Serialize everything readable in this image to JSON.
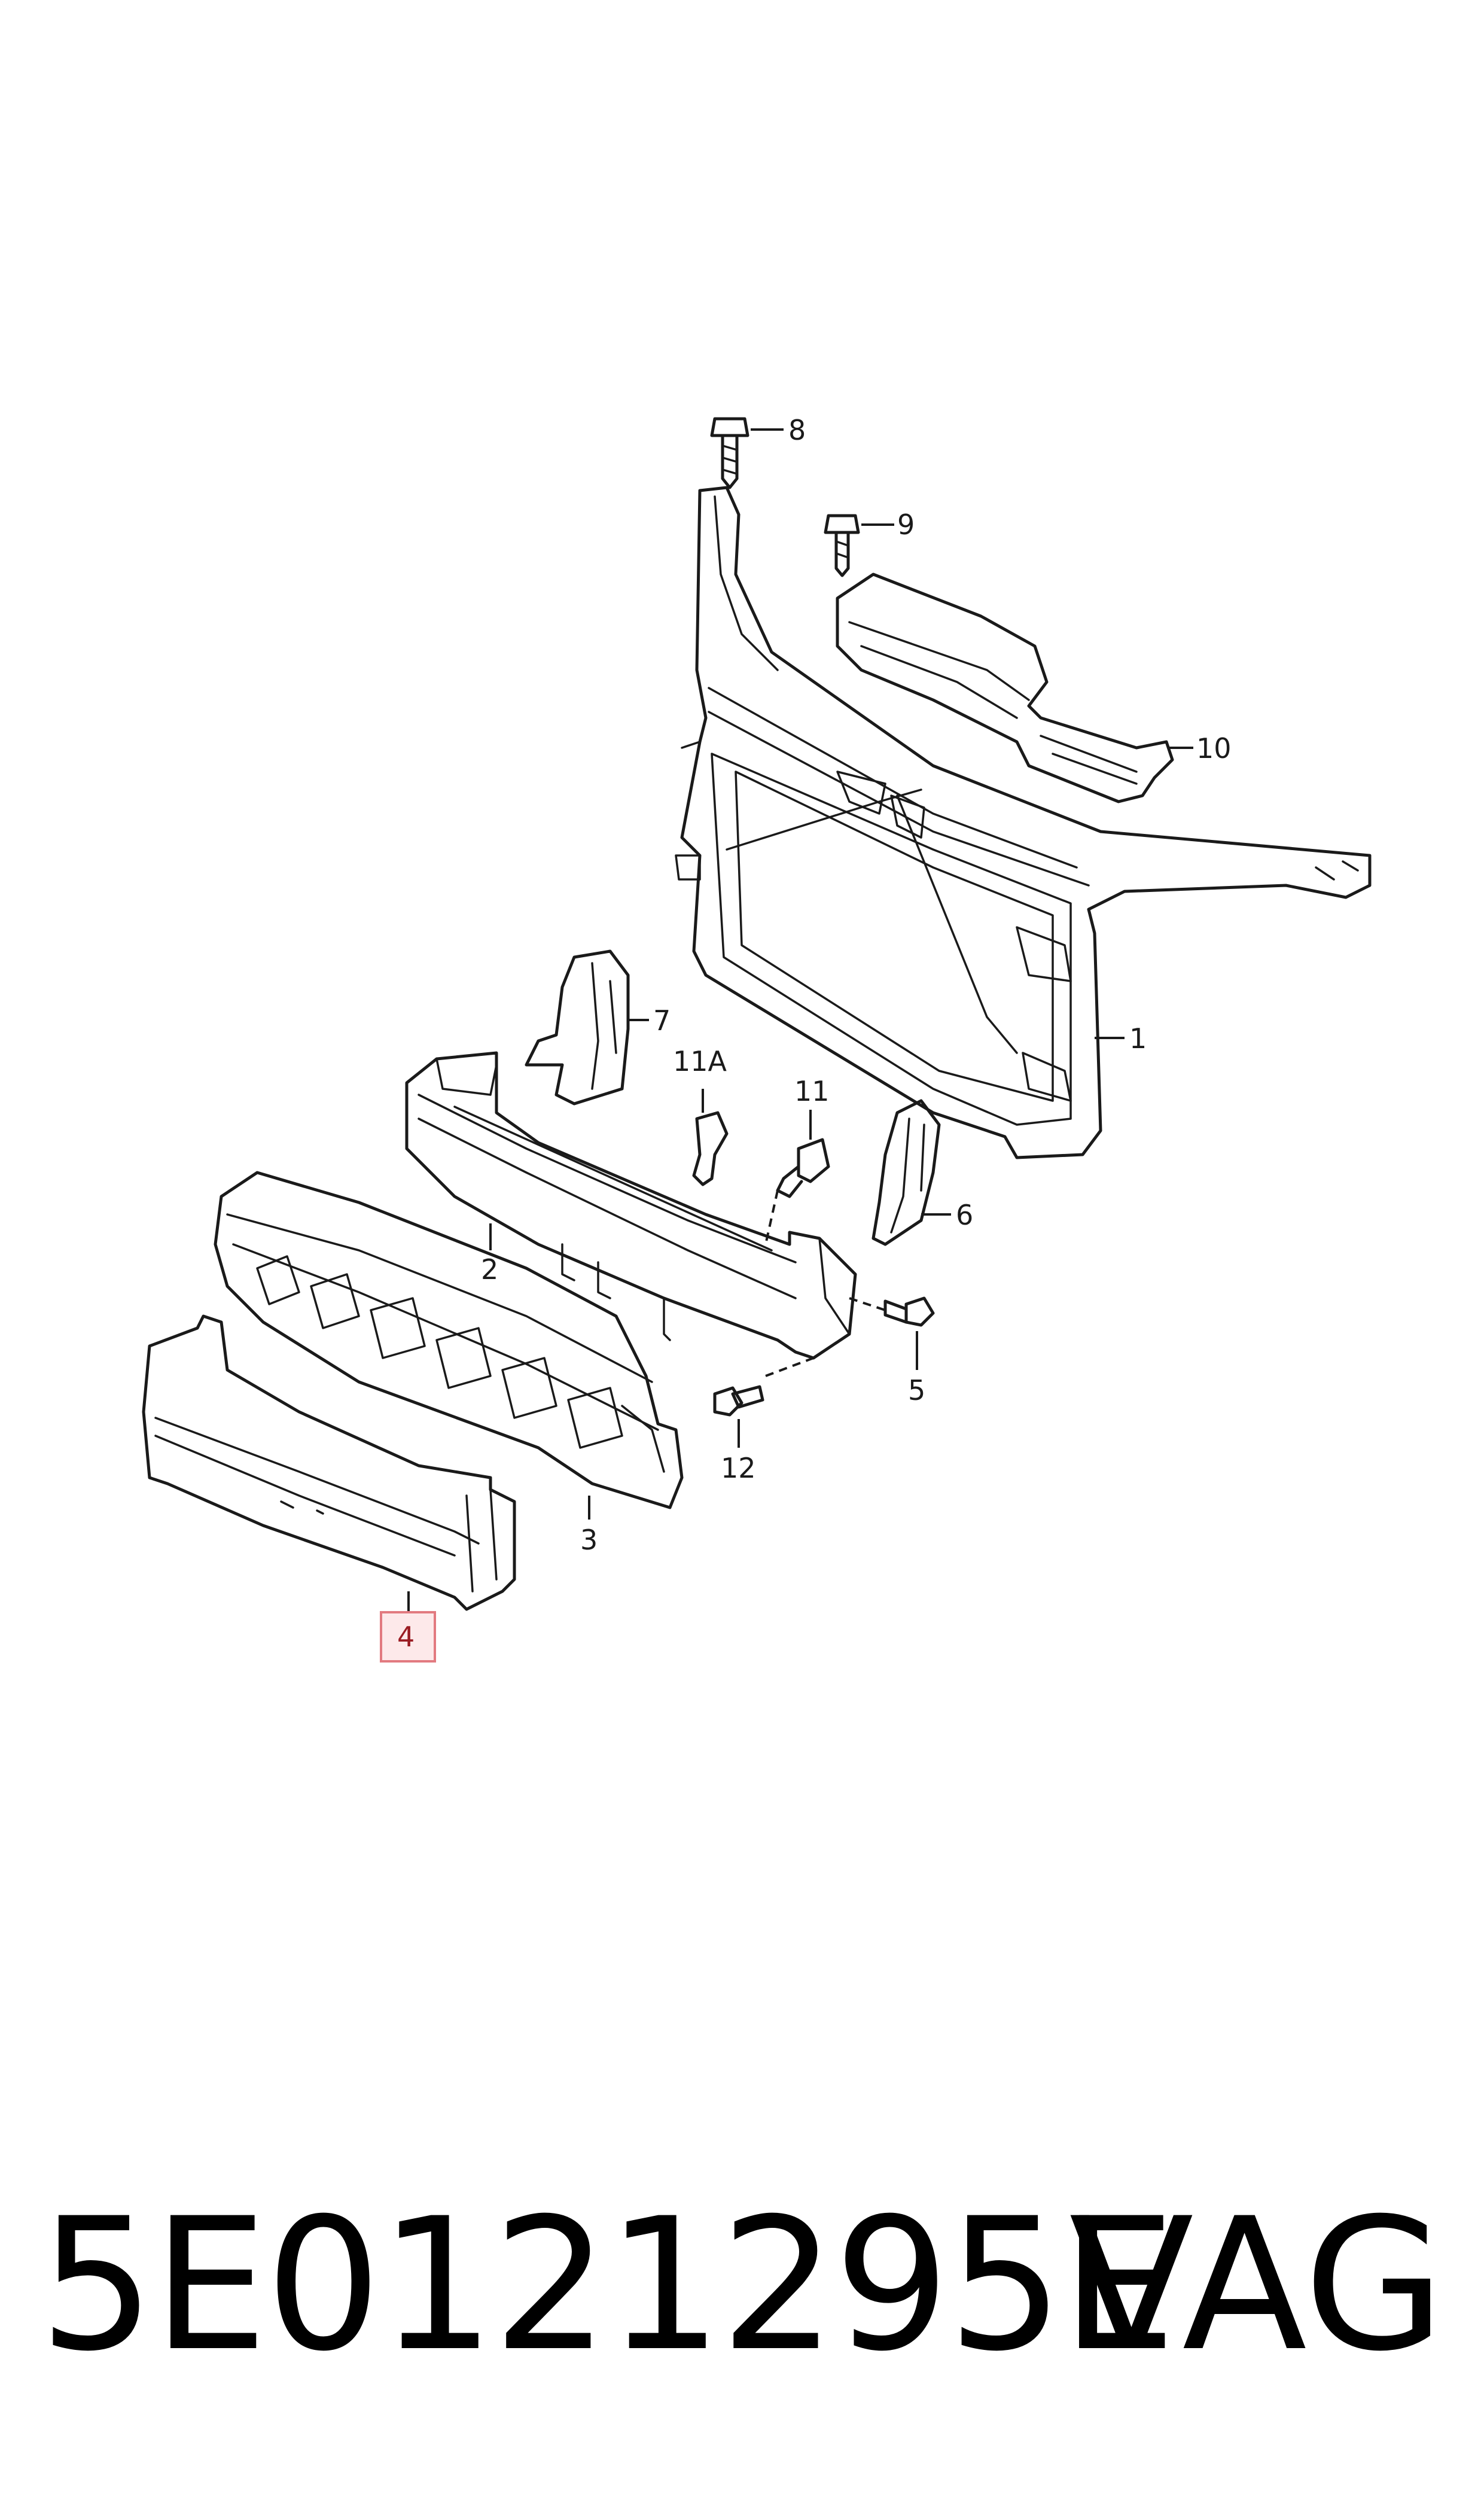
{
  "callouts": {
    "c1": "1",
    "c2": "2",
    "c3": "3",
    "c4": "4",
    "c5": "5",
    "c6": "6",
    "c7": "7",
    "c8": "8",
    "c9": "9",
    "c10": "10",
    "c11": "11",
    "c11a": "11A",
    "c12": "12"
  },
  "highlighted_callout": "4",
  "footer": {
    "part_number": "5E0121295E",
    "brand": "VAG"
  }
}
